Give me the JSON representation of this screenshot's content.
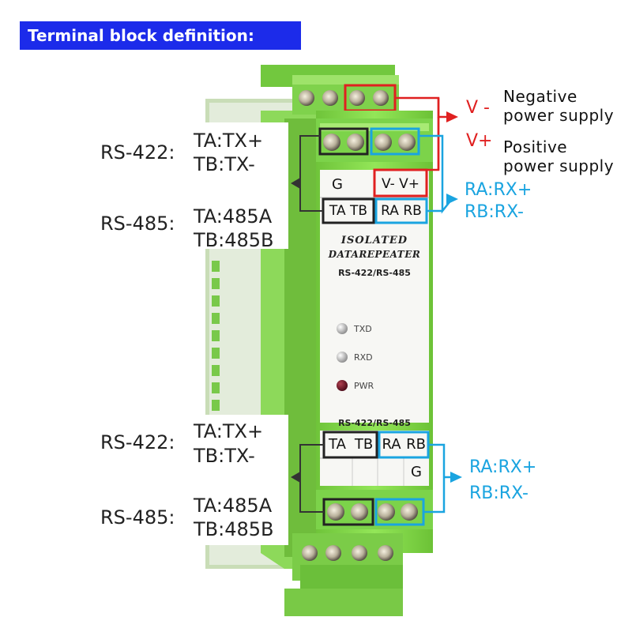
{
  "title": "Terminal block definition:",
  "top_left": {
    "rs422_label": "RS-422:",
    "rs422_ta": "TA:TX+",
    "rs422_tb": "TB:TX-",
    "rs485_label": "RS-485:",
    "rs485_ta": "TA:485A",
    "rs485_tb": "TB:485B"
  },
  "bottom_left": {
    "rs422_label": "RS-422:",
    "rs422_ta": "TA:TX+",
    "rs422_tb": "TB:TX-",
    "rs485_label": "RS-485:",
    "rs485_ta": "TA:485A",
    "rs485_tb": "TB:485B"
  },
  "power": {
    "v_minus": "V -",
    "negative_line1": "Negative",
    "negative_line2": "power supply",
    "v_plus": "V+",
    "positive_line1": "Positive",
    "positive_line2": "power supply"
  },
  "top_right": {
    "ra": "RA:RX+",
    "rb": "RB:RX-"
  },
  "bottom_right": {
    "ra": "RA:RX+",
    "rb": "RB:RX-"
  },
  "device": {
    "g_top": "G",
    "vminus_vplus": "V- V+",
    "ta_tb_top": "TA TB",
    "ra_rb_top": "RA RB",
    "brand_line1": "ISOLATED",
    "brand_line2": "DATAREPEATER",
    "model_top": "RS-422/RS-485",
    "led_txd": "TXD",
    "led_rxd": "RXD",
    "led_pwr": "PWR",
    "model_bottom": "RS-422/RS-485",
    "ta_bottom": "TA",
    "tb_bottom": "TB",
    "ra_bottom": "RA",
    "rb_bottom": "RB",
    "g_bottom": "G"
  },
  "colors": {
    "banner": "#1c2bea",
    "red": "#e02020",
    "blue": "#1aa4e0",
    "green": "#8be04a"
  }
}
